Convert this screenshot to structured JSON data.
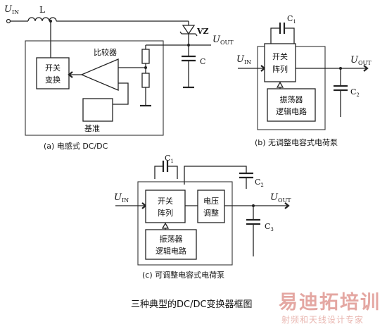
{
  "diagram_a": {
    "uin": "U",
    "uin_sub": "IN",
    "inductor": "L",
    "switch_block": [
      "开关",
      "变换"
    ],
    "comparator": "比较器",
    "reference": "基准",
    "zener": "VZ",
    "uout": "U",
    "uout_sub": "OUT",
    "cap": "C",
    "caption": "(a) 电感式 DC/DC"
  },
  "diagram_b": {
    "c1": "C",
    "c1_sub": "1",
    "uin": "U",
    "uin_sub": "IN",
    "switch_block": [
      "开关",
      "阵列"
    ],
    "osc_block": [
      "振荡器",
      "逻辑电路"
    ],
    "uout": "U",
    "uout_sub": "OUT",
    "c2": "C",
    "c2_sub": "2",
    "caption": "(b) 无调整电容式电荷泵"
  },
  "diagram_c": {
    "c1": "C",
    "c1_sub": "1",
    "c2": "C",
    "c2_sub": "2",
    "c3": "C",
    "c3_sub": "3",
    "uin": "U",
    "uin_sub": "IN",
    "switch_block": [
      "开关",
      "阵列"
    ],
    "reg_block": [
      "电压",
      "调整"
    ],
    "osc_block": [
      "振荡器",
      "逻辑电路"
    ],
    "uout": "U",
    "uout_sub": "OUT",
    "caption": "(c) 可调整电容式电荷泵"
  },
  "figure_caption": "三种典型的DC/DC变换器框图",
  "watermark": {
    "brand": "易迪拓培训",
    "slogan": "射频和天线设计专家"
  }
}
